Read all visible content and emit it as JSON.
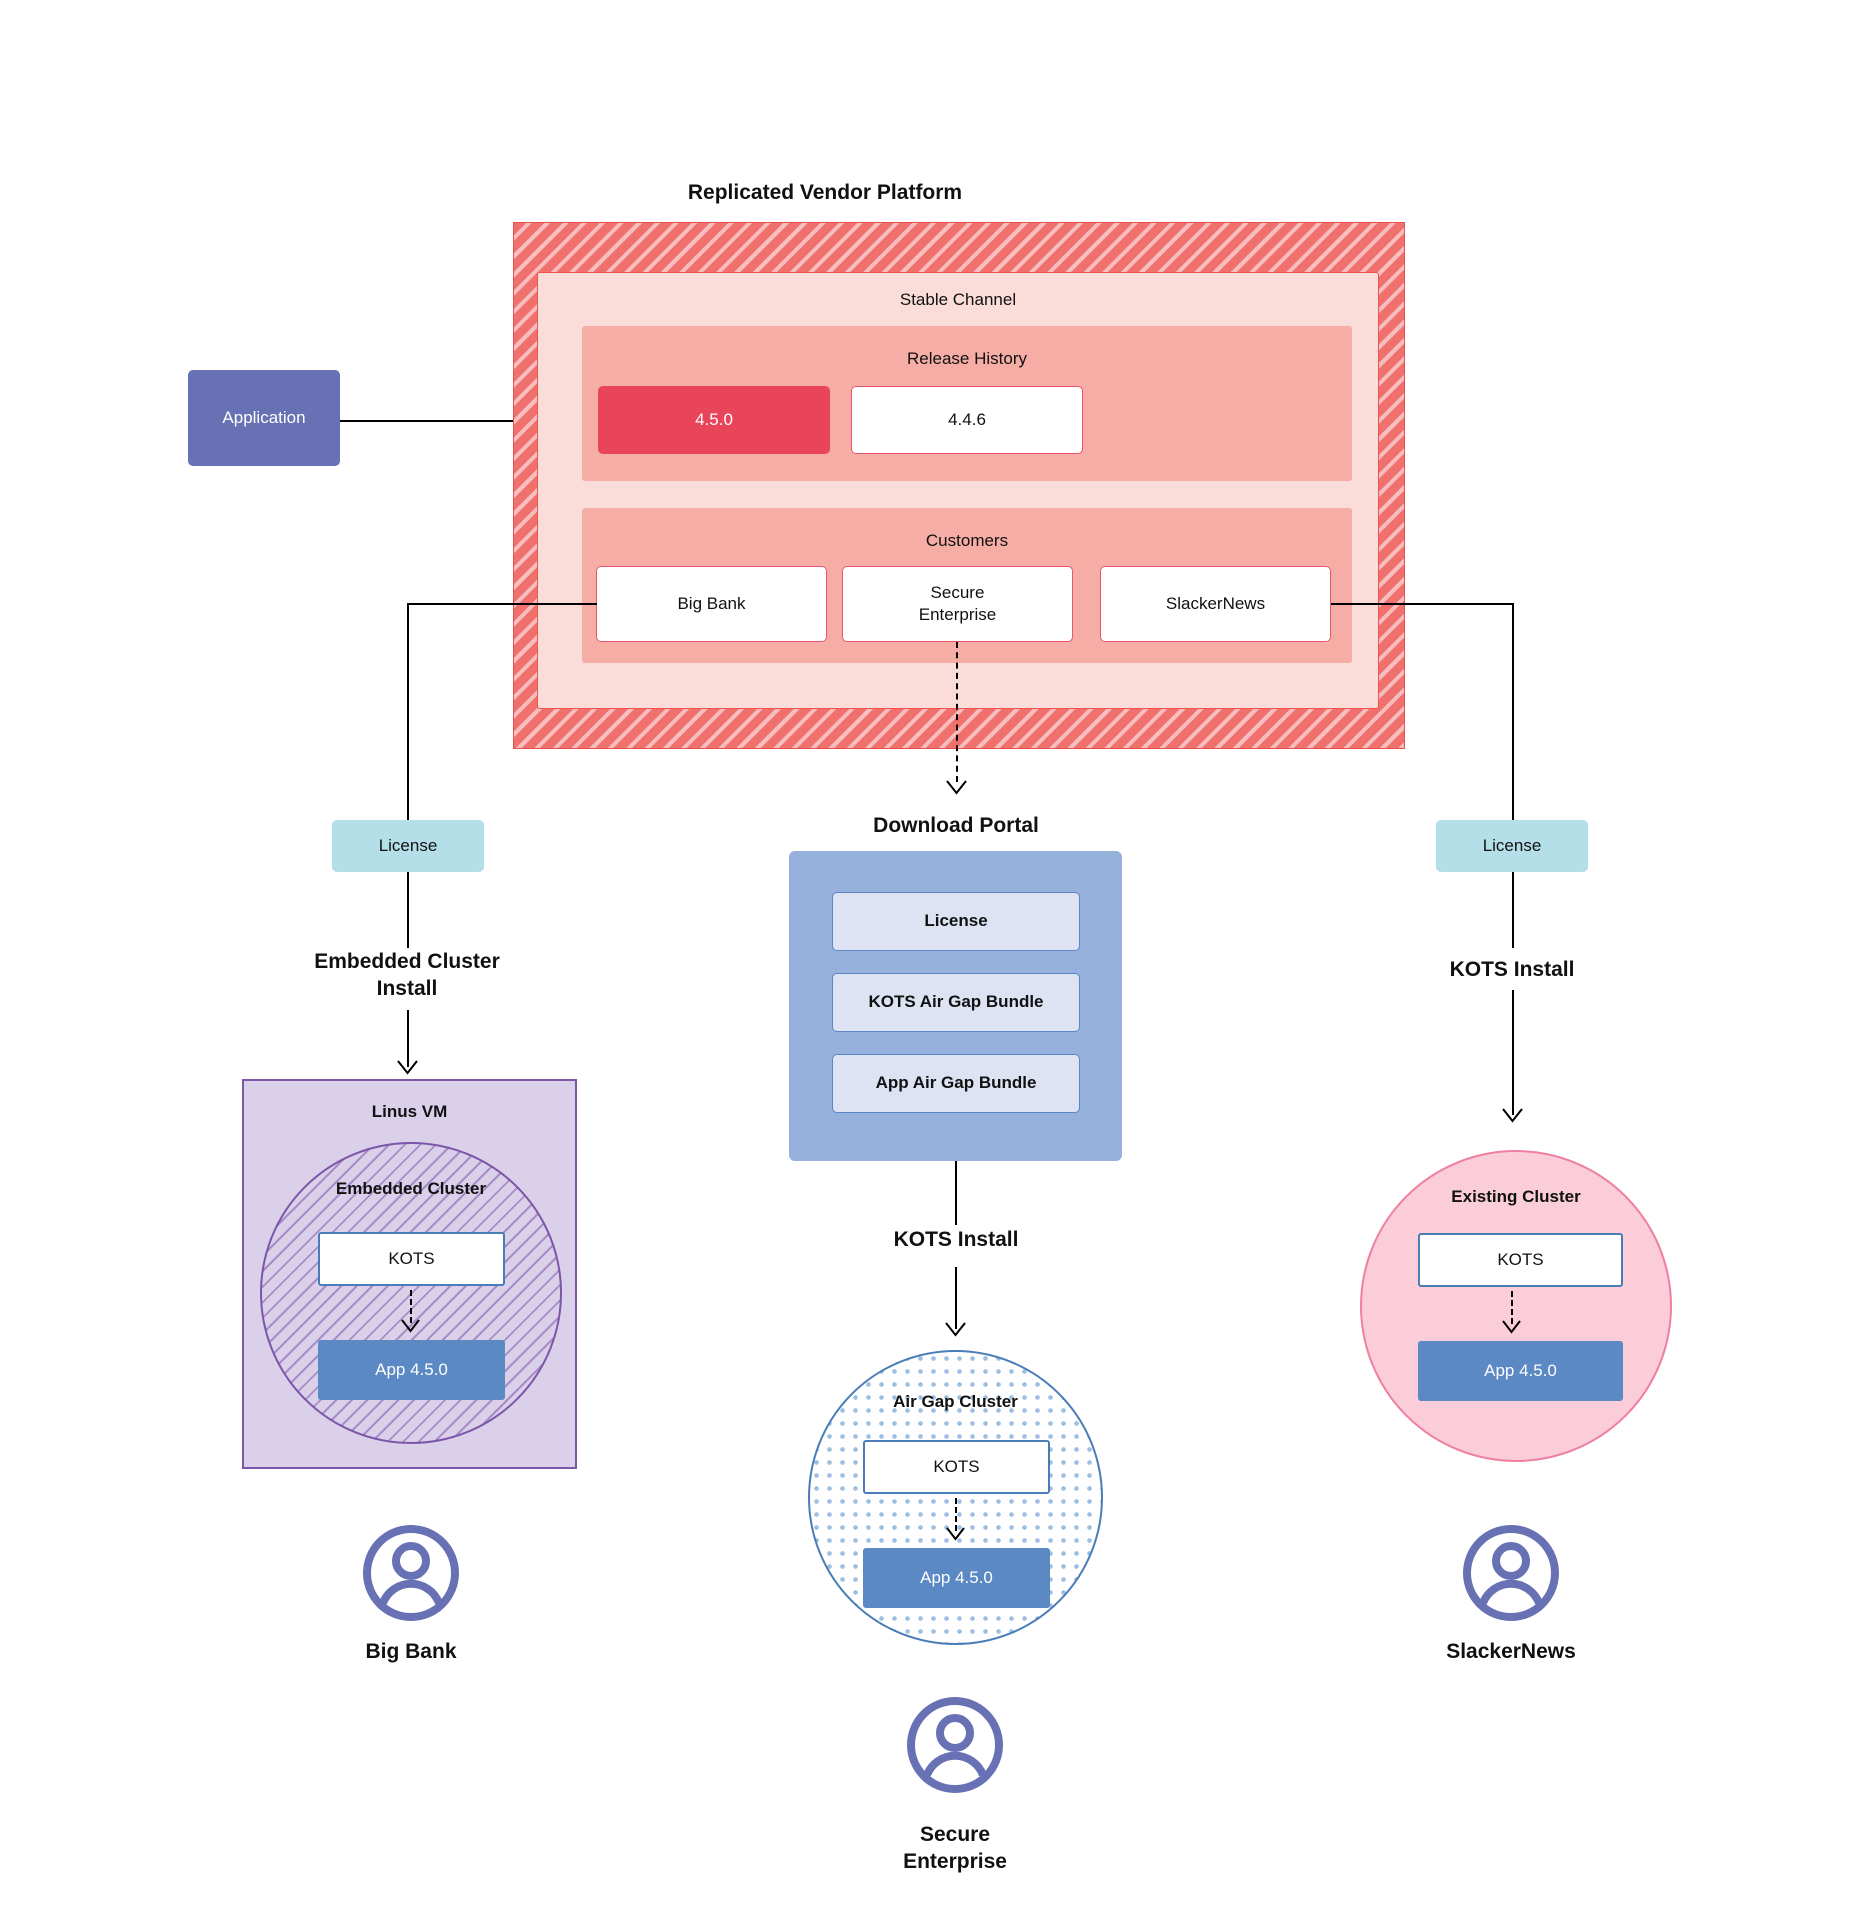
{
  "diagram": {
    "title": "Replicated Vendor Platform"
  },
  "application": {
    "label": "Application"
  },
  "platform": {
    "channel": {
      "title": "Stable Channel",
      "release_history": {
        "title": "Release History",
        "releases": [
          {
            "version": "4.5.0",
            "state": "current"
          },
          {
            "version": "4.4.6",
            "state": "previous"
          }
        ]
      },
      "customers": {
        "title": "Customers",
        "items": [
          {
            "name": "Big Bank"
          },
          {
            "name": "Secure\nEnterprise"
          },
          {
            "name": "SlackerNews"
          }
        ]
      }
    }
  },
  "licenses": {
    "left_label": "License",
    "right_label": "License"
  },
  "install_labels": {
    "left": "Embedded Cluster\nInstall",
    "center": "KOTS Install",
    "right": "KOTS Install"
  },
  "download_portal": {
    "title": "Download  Portal",
    "items": [
      {
        "label": "License"
      },
      {
        "label": "KOTS Air Gap Bundle"
      },
      {
        "label": "App Air Gap Bundle"
      }
    ]
  },
  "targets": {
    "left": {
      "host_label": "Linus VM",
      "cluster_label": "Embedded Cluster",
      "kots_label": "KOTS",
      "app_label": "App 4.5.0",
      "persona": "Big Bank"
    },
    "center": {
      "cluster_label": "Air Gap Cluster",
      "kots_label": "KOTS",
      "app_label": "App 4.5.0",
      "persona": "Secure\nEnterprise"
    },
    "right": {
      "cluster_label": "Existing Cluster",
      "kots_label": "KOTS",
      "app_label": "App 4.5.0",
      "persona": "SlackerNews"
    }
  },
  "icons": {
    "avatar": "user-avatar-icon"
  },
  "colors": {
    "platform_fill": "#f0706e",
    "channel_fill": "#fadcd9",
    "subsection_fill": "#f6ada5",
    "release_current": "#e8445a",
    "application": "#6771b4",
    "license": "#b4dee8",
    "portal": "#97b1dd",
    "portal_item": "#dde3f3",
    "vm": "#dbd0ea",
    "vm_border": "#7c56a8",
    "airgap_border": "#4a7cb8",
    "existing_cluster": "#fbcdd8",
    "app_box": "#5b89c4",
    "avatar": "#6771b4"
  }
}
